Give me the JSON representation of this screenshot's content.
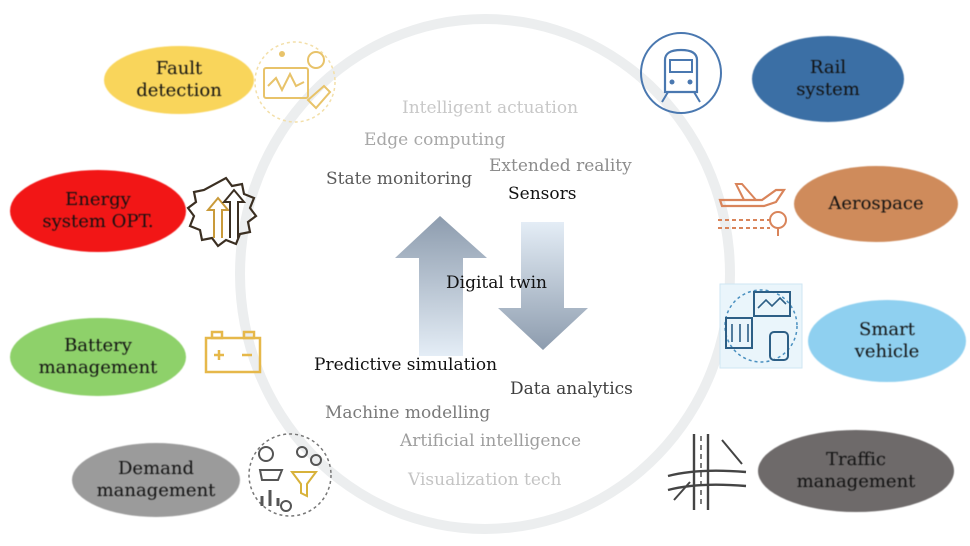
{
  "center": {
    "title": "Digital twin"
  },
  "technologies": [
    {
      "label": "Intelligent actuation",
      "color": "#c8c8c8"
    },
    {
      "label": "Edge computing",
      "color": "#a8a8a8"
    },
    {
      "label": "Extended reality",
      "color": "#8c8c8c"
    },
    {
      "label": "State monitoring",
      "color": "#5a5a5a"
    },
    {
      "label": "Sensors",
      "color": "#111111"
    },
    {
      "label": "Predictive simulation",
      "color": "#111111"
    },
    {
      "label": "Data analytics",
      "color": "#3e3e3e"
    },
    {
      "label": "Machine modelling",
      "color": "#7a7a7a"
    },
    {
      "label": "Artificial intelligence",
      "color": "#9e9e9e"
    },
    {
      "label": "Visualization tech",
      "color": "#c4c4c4"
    }
  ],
  "applications": {
    "left": [
      {
        "label": "Fault\ndetection",
        "color": "#f9d55b",
        "icon": "fault-detection-icon"
      },
      {
        "label": "Energy\nsystem OPT.",
        "color": "#f21616",
        "icon": "gear-growth-icon"
      },
      {
        "label": "Battery\nmanagement",
        "color": "#8ed16a",
        "icon": "battery-icon"
      },
      {
        "label": "Demand\nmanagement",
        "color": "#9b9b9b",
        "icon": "demand-funnel-icon"
      }
    ],
    "right": [
      {
        "label": "Rail\nsystem",
        "color": "#3b6fa5",
        "icon": "train-icon"
      },
      {
        "label": "Aerospace",
        "color": "#cf8b5b",
        "icon": "airplane-icon"
      },
      {
        "label": "Smart\nvehicle",
        "color": "#8fd0f0",
        "icon": "smart-vehicle-icon"
      },
      {
        "label": "Traffic\nmanagement",
        "color": "#6e6a6a",
        "icon": "road-junction-icon"
      }
    ]
  }
}
